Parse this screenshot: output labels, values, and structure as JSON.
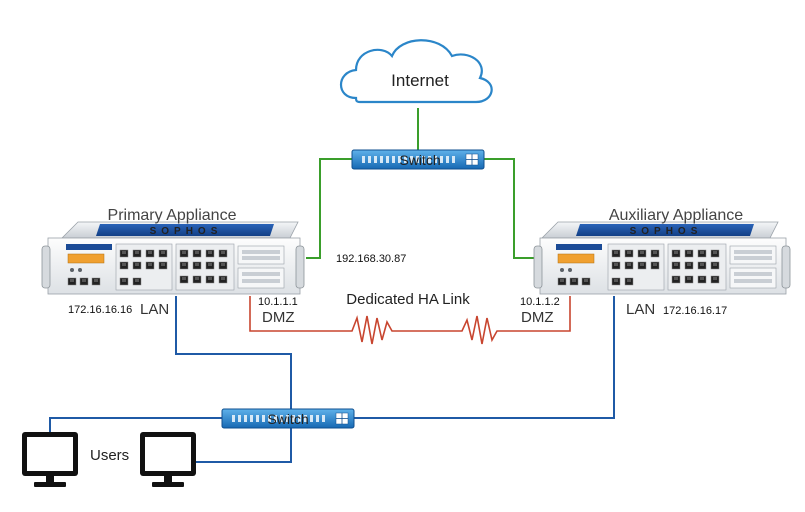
{
  "cloud": {
    "label": "Internet"
  },
  "switches": {
    "top_label": "Switch",
    "bottom_label": "Switch"
  },
  "appliances": {
    "primary": {
      "title": "Primary Appliance",
      "brand": "SOPHOS",
      "wan_ip": "192.168.30.87",
      "lan_ip": "172.16.16.16",
      "lan_label": "LAN",
      "dmz_ip": "10.1.1.1",
      "dmz_label": "DMZ"
    },
    "auxiliary": {
      "title": "Auxiliary Appliance",
      "brand": "SOPHOS",
      "lan_ip": "172.16.16.17",
      "lan_label": "LAN",
      "dmz_ip": "10.1.1.2",
      "dmz_label": "DMZ"
    }
  },
  "ha_link": {
    "label": "Dedicated HA Link"
  },
  "users": {
    "label": "Users"
  },
  "colors": {
    "wan": "#3a9e2b",
    "lan": "#1f5aa6",
    "ha": "#c8452f",
    "switch": "#1e7fc9",
    "cloud": "#2b86c9"
  }
}
